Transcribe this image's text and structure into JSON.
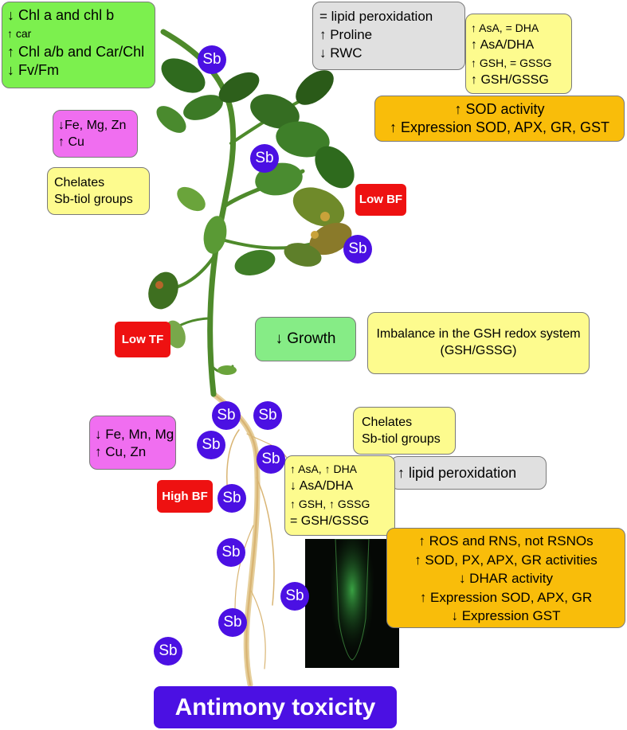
{
  "title": "Antimony toxicity",
  "badge_text": "Sb",
  "boxes": {
    "leaf_pigments": [
      "↓ Chl a and chl b",
      "↑ car",
      "↑ Chl a/b and Car/Chl",
      "↓  Fv/Fm"
    ],
    "leaf_nutrients": [
      "↓Fe, Mg,  Zn",
      "↑ Cu"
    ],
    "leaf_chelates": [
      "Chelates",
      "Sb-tiol groups"
    ],
    "leaf_stress": [
      "= lipid peroxidation",
      "↑ Proline",
      "↓ RWC"
    ],
    "leaf_ascorbate": [
      "↑ AsA, = DHA",
      "↑ AsA/DHA",
      "↑ GSH, = GSSG",
      "↑ GSH/GSSG"
    ],
    "leaf_enzymes": [
      "↑ SOD activity",
      "↑ Expression SOD, APX, GR, GST"
    ],
    "growth": "↓ Growth",
    "redox": [
      "Imbalance in the GSH redox system",
      "(GSH/GSSG)"
    ],
    "root_nutrients": [
      "↓ Fe, Mn, Mg",
      "↑ Cu, Zn"
    ],
    "root_chelates": [
      "Chelates",
      "Sb-tiol groups"
    ],
    "root_peroxidation": "↑ lipid peroxidation",
    "root_ascorbate": [
      "↑ AsA, ↑ DHA",
      "↓ AsA/DHA",
      "↑ GSH, ↑ GSSG",
      "= GSH/GSSG"
    ],
    "root_enzymes": [
      "↑ ROS and RNS, not RSNOs",
      "↑ SOD, PX, APX, GR activities",
      "↓ DHAR activity",
      "↑ Expression SOD, APX, GR",
      "↓ Expression GST"
    ]
  },
  "tags": {
    "low_bf": "Low BF",
    "low_tf": "Low TF",
    "high_bf": "High BF"
  },
  "colors": {
    "sb_badge": "#4b10e3",
    "tag_red": "#ee1111",
    "box_green": "#7cf04e",
    "box_pink": "#f06ef0",
    "box_yellow": "#fdfb8e",
    "box_orange": "#f9bd0a",
    "box_gray": "#e0e0e0"
  }
}
